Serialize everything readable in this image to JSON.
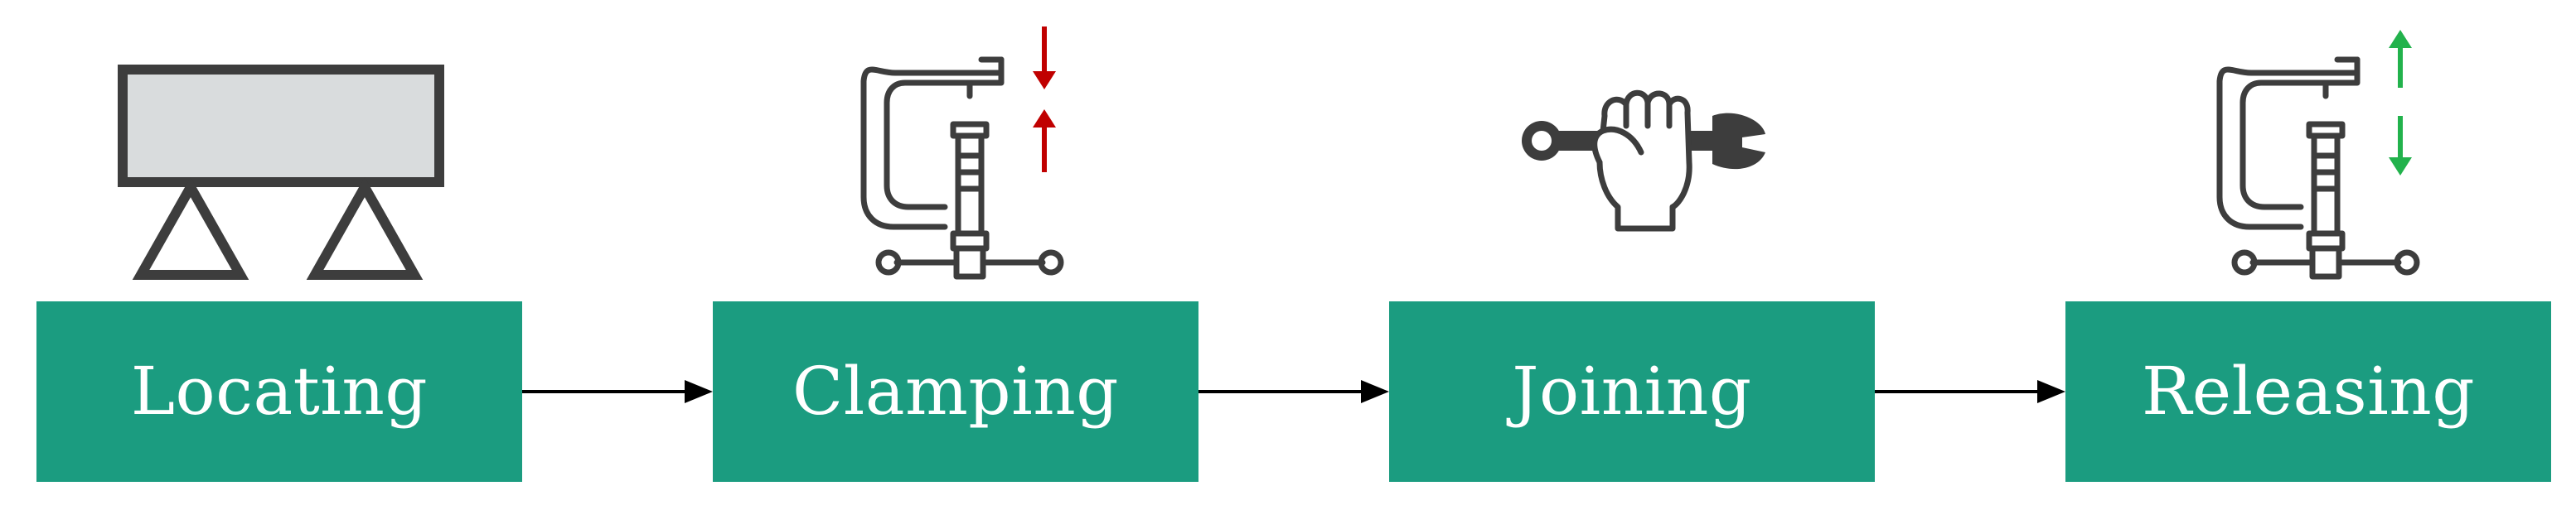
{
  "diagram": {
    "stages": [
      {
        "label": "Locating",
        "icon": "fixture-locator-icon"
      },
      {
        "label": "Clamping",
        "icon": "c-clamp-tighten-icon"
      },
      {
        "label": "Joining",
        "icon": "hand-wrench-icon"
      },
      {
        "label": "Releasing",
        "icon": "c-clamp-release-icon"
      }
    ]
  },
  "colors": {
    "box": "#1b9c80",
    "box_text": "#ffffff",
    "icon_stroke": "#3d3d3d",
    "clamp_arrows": "#c00000",
    "release_arrows": "#22b24c",
    "workpiece_fill": "#d9dcdd",
    "connector": "#000000"
  }
}
